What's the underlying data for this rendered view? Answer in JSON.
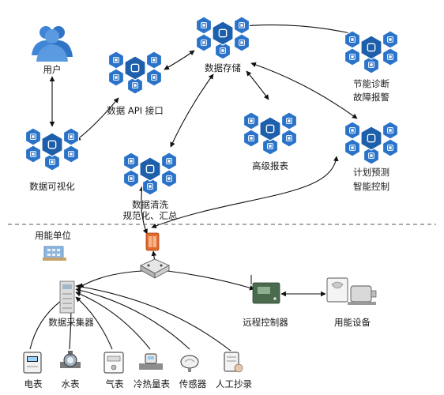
{
  "nodes": {
    "user": {
      "label": "用户"
    },
    "api": {
      "label": "数据 API 接口"
    },
    "storage": {
      "label": "数据存储"
    },
    "energy_diag": {
      "line1": "节能诊断",
      "line2": "故障报警"
    },
    "visualize": {
      "label": "数据可视化"
    },
    "reports": {
      "label": "高级报表"
    },
    "plan": {
      "line1": "计划预测",
      "line2": "智能控制"
    },
    "cleaning": {
      "line1": "数据清洗",
      "line2": "规范化、汇总"
    }
  },
  "field": {
    "energy_unit": "用能单位",
    "collector": "数据采集器",
    "remote_controller": "远程控制器",
    "equipment": "用能设备",
    "devices": [
      {
        "label": "电表",
        "icon": "electric-meter-icon"
      },
      {
        "label": "水表",
        "icon": "water-meter-icon"
      },
      {
        "label": "气表",
        "icon": "gas-meter-icon"
      },
      {
        "label": "冷热量表",
        "icon": "heat-meter-icon"
      },
      {
        "label": "传感器",
        "icon": "sensor-icon"
      },
      {
        "label": "人工抄录",
        "icon": "manual-reading-icon"
      }
    ]
  },
  "colors": {
    "hex_blue": "#2a73c9",
    "hex_dark": "#1d5fab",
    "line": "#111111",
    "user_blue": "#3f86d6"
  }
}
